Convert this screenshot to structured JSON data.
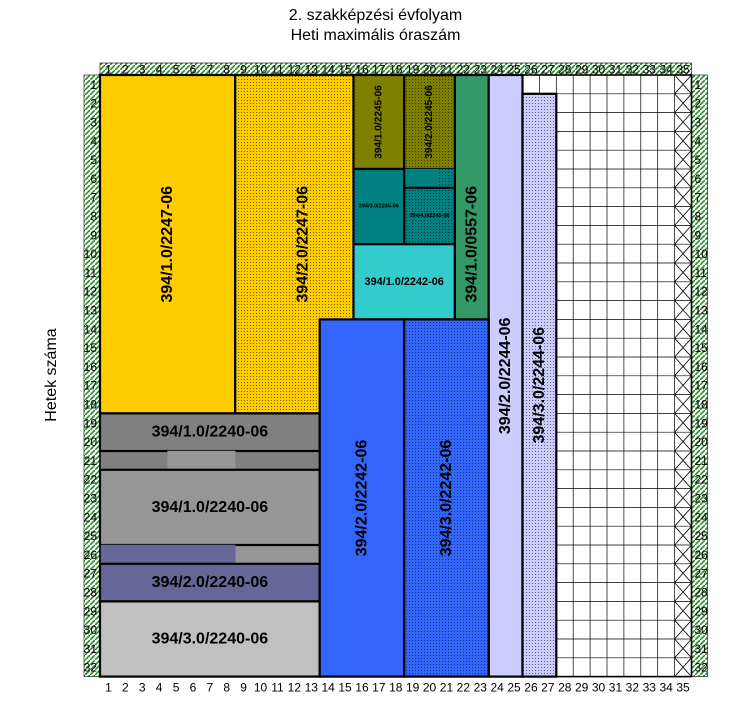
{
  "chart_data": {
    "type": "heatmap",
    "title": [
      "2. szakképzési évfolyam",
      "Heti maximális óraszám"
    ],
    "ylabel": "Hetek száma",
    "x_ticks": [
      "1",
      "2",
      "3",
      "4",
      "5",
      "6",
      "7",
      "8",
      "9",
      "10",
      "11",
      "12",
      "13",
      "14",
      "15",
      "16",
      "17",
      "18",
      "19",
      "20",
      "21",
      "22",
      "23",
      "24",
      "25",
      "26",
      "27",
      "28",
      "29",
      "30",
      "31",
      "32",
      "33",
      "34",
      "35"
    ],
    "y_ticks": [
      "1",
      "2",
      "3",
      "4",
      "5",
      "6",
      "7",
      "8",
      "9",
      "10",
      "11",
      "12",
      "13",
      "14",
      "15",
      "16",
      "17",
      "18",
      "19",
      "20",
      "21",
      "22",
      "23",
      "24",
      "25",
      "26",
      "27",
      "28",
      "29",
      "30",
      "31",
      "32"
    ],
    "blocks": [
      {
        "label": "394/1.0/2247-06",
        "color": "#FFCC00",
        "pattern": "none",
        "cells": [
          [
            1,
            8,
            1,
            18
          ]
        ],
        "orientation": "vertical"
      },
      {
        "label": "394/2.0/2247-06",
        "color": "#FFCC00",
        "pattern": "dots",
        "cells": [
          [
            9,
            16,
            1,
            18
          ]
        ],
        "orientation": "vertical"
      },
      {
        "label": "394/1.0/2245-06",
        "color": "#808000",
        "pattern": "none",
        "cells": [
          [
            16,
            18,
            1,
            5
          ],
          [
            19,
            19,
            1,
            5
          ]
        ],
        "orientation": "vertical"
      },
      {
        "label": "394/2.0/2245-06",
        "color": "#808000",
        "pattern": "dots",
        "cells": [
          [
            19,
            21,
            1,
            5
          ],
          [
            20,
            21,
            1,
            5
          ]
        ],
        "orientation": "vertical"
      },
      {
        "label": "394/3.0/2245-06",
        "color": "#008080",
        "pattern": "none",
        "cells": [
          [
            16,
            18,
            6,
            9
          ],
          [
            19,
            20,
            6,
            6
          ]
        ],
        "orientation": "horizontal"
      },
      {
        "label": "394/4.0/2245-06",
        "color": "#008080",
        "pattern": "dots",
        "cells": [
          [
            19,
            21,
            7,
            9
          ],
          [
            21,
            21,
            6,
            6
          ]
        ],
        "orientation": "horizontal"
      },
      {
        "label": "394/1.0/2242-06",
        "color": "#33CCCC",
        "pattern": "none",
        "cells": [
          [
            16,
            21,
            10,
            13
          ]
        ],
        "orientation": "horizontal"
      },
      {
        "label": "394/1.0/0557-06",
        "color": "#339966",
        "pattern": "none",
        "cells": [
          [
            22,
            23,
            1,
            18
          ]
        ],
        "orientation": "vertical"
      },
      {
        "label": "394/2.0/2244-06",
        "color": "#CCCCFF",
        "pattern": "none",
        "cells": [
          [
            24,
            25,
            1,
            32
          ]
        ],
        "orientation": "vertical"
      },
      {
        "label": "394/3.0/2244-06",
        "color": "#CCCCFF",
        "pattern": "dots",
        "cells": [
          [
            26,
            27,
            2,
            32
          ]
        ],
        "orientation": "vertical"
      },
      {
        "label": "394/1.0/2240-06",
        "color": "#808080",
        "pattern": "none",
        "cells": [
          [
            1,
            13,
            19,
            20
          ],
          [
            1,
            4,
            21,
            21
          ],
          [
            9,
            13,
            21,
            21
          ]
        ],
        "orientation": "horizontal"
      },
      {
        "label": "394/1.0/2240-06",
        "color": "#969696",
        "pattern": "none",
        "cells": [
          [
            1,
            13,
            22,
            25
          ],
          [
            5,
            8,
            21,
            21
          ],
          [
            9,
            13,
            26,
            26
          ]
        ],
        "orientation": "horizontal"
      },
      {
        "label": "394/2.0/2240-06",
        "color": "#666699",
        "pattern": "none",
        "cells": [
          [
            1,
            13,
            27,
            28
          ],
          [
            1,
            8,
            26,
            26
          ]
        ],
        "orientation": "horizontal"
      },
      {
        "label": "394/3.0/2240-06",
        "color": "#C0C0C0",
        "pattern": "none",
        "cells": [
          [
            1,
            13,
            29,
            32
          ]
        ],
        "orientation": "horizontal"
      },
      {
        "label": "394/2.0/2242-06",
        "color": "#3366FF",
        "pattern": "none",
        "cells": [
          [
            14,
            18,
            14,
            32
          ],
          [
            14,
            16,
            19,
            32
          ]
        ],
        "orientation": "vertical"
      },
      {
        "label": "394/3.0/2242-06",
        "color": "#3366FF",
        "pattern": "dots",
        "cells": [
          [
            19,
            23,
            14,
            32
          ],
          [
            22,
            23,
            19,
            32
          ]
        ],
        "orientation": "vertical"
      }
    ],
    "grid": true
  }
}
